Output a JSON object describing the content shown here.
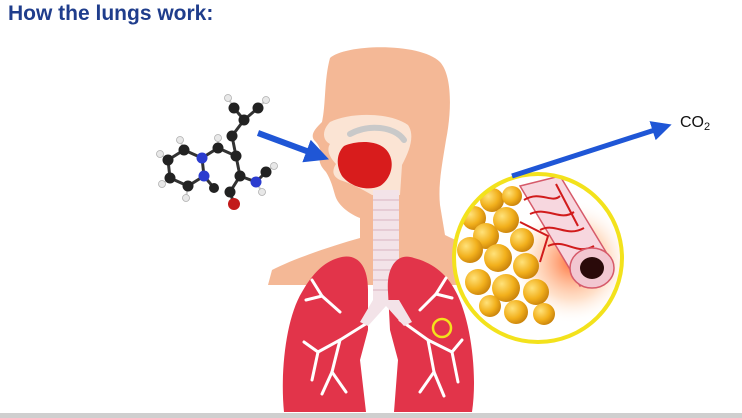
{
  "title": "How the lungs work:",
  "co2_label": {
    "main": "CO",
    "subscript": "2"
  },
  "colors": {
    "title": "#1f3d8c",
    "skin": "#f4b896",
    "lung": "#e2344a",
    "airway": "#f3e3e8",
    "arrow": "#1f56d6",
    "magnifier_ring": "#f3e21c",
    "alveoli": "#f2b01c",
    "mouth": "#d81c1c"
  },
  "icons": {
    "molecule": "molecule-icon",
    "inhale_arrow": "arrow-icon",
    "exhale_arrow": "arrow-icon"
  }
}
